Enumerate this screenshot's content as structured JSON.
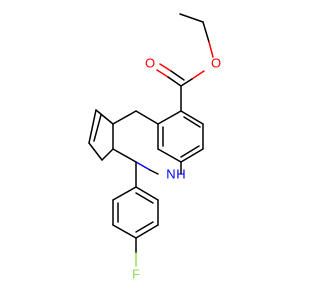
{
  "atoms": {
    "o_carbonyl": {
      "label": "O",
      "color": "#ff0000"
    },
    "o_ester": {
      "label": "O",
      "color": "#ff0000"
    },
    "n_amine": {
      "label": "N",
      "color": "#0000ff"
    },
    "h_amine": {
      "label": "H",
      "color": "#0000ff"
    },
    "f_fluoro": {
      "label": "F",
      "color": "#90e050"
    }
  }
}
